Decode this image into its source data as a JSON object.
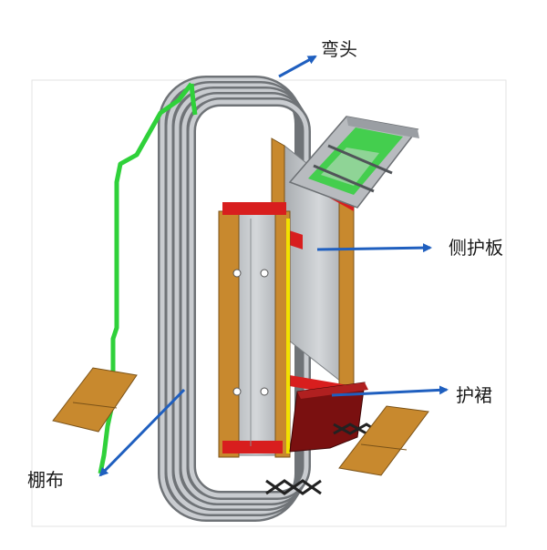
{
  "labels": {
    "elbow": "弯头",
    "side_guard": "侧护板",
    "skirt": "护裙",
    "canopy": "棚布"
  },
  "colors": {
    "arrow": "#1f5fbf",
    "pipe": "#9a9ea3",
    "frame_green": "#2fd13a",
    "panel_orange": "#c8892e",
    "red_bar": "#d81e1e",
    "skirt_dark": "#7a1010",
    "plate_gray": "#b9bcc0"
  }
}
